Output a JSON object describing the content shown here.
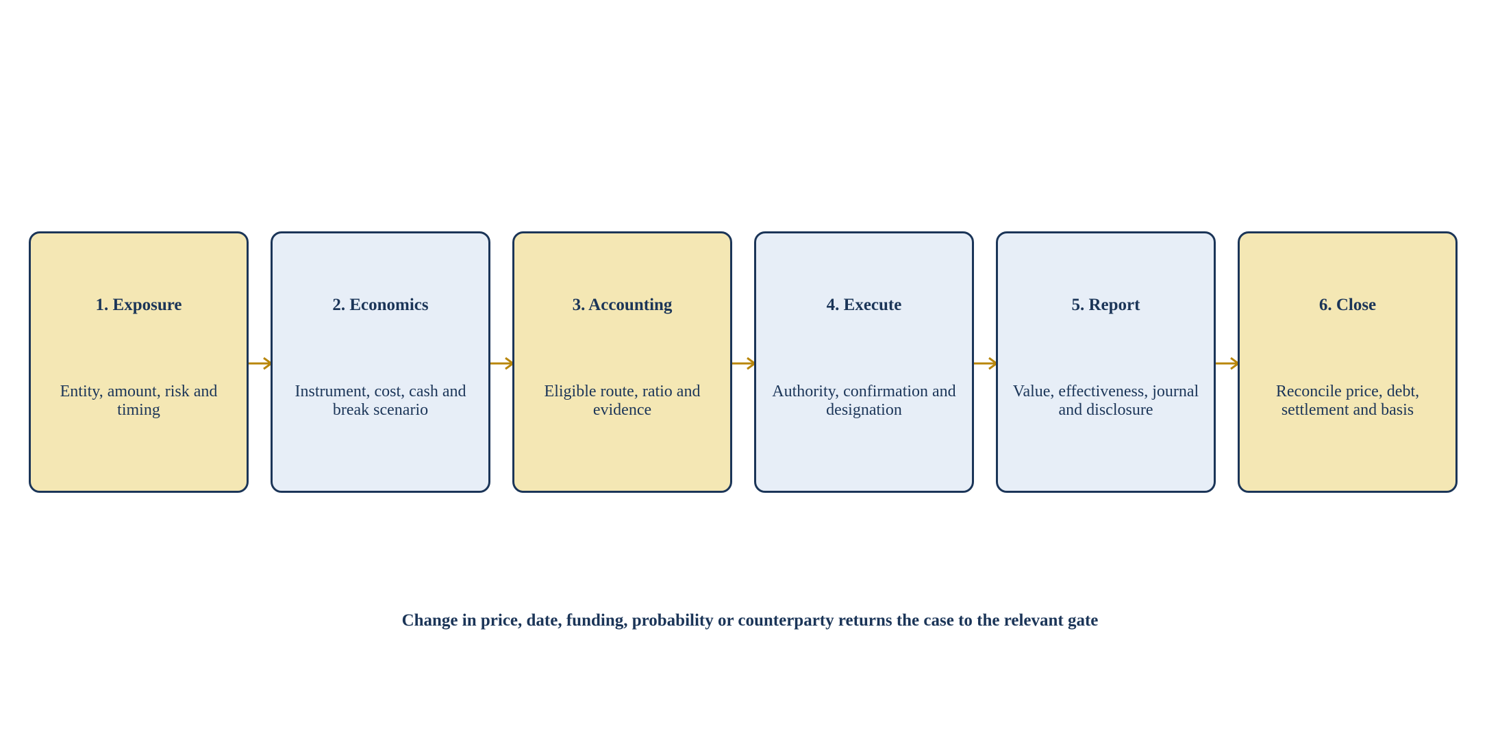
{
  "steps": [
    {
      "title": "1. Exposure",
      "description": "Entity, amount, risk and timing",
      "fill": "#f4e7b4"
    },
    {
      "title": "2. Economics",
      "description": "Instrument, cost, cash and break scenario",
      "fill": "#e7eef7"
    },
    {
      "title": "3. Accounting",
      "description": "Eligible route, ratio and evidence",
      "fill": "#f4e7b4"
    },
    {
      "title": "4. Execute",
      "description": "Authority, confirmation and designation",
      "fill": "#e7eef7"
    },
    {
      "title": "5. Report",
      "description": "Value, effectiveness, journal and disclosure",
      "fill": "#e7eef7"
    },
    {
      "title": "6. Close",
      "description": "Reconcile price, debt, settlement and basis",
      "fill": "#f4e7b4"
    }
  ],
  "footer_note": "Change in price, date, funding, probability or counterparty returns the case to the relevant gate",
  "colors": {
    "border": "#1b3558",
    "text": "#1b3558",
    "arrow": "#b8860b",
    "gold_fill": "#f4e7b4",
    "blue_fill": "#e7eef7"
  }
}
